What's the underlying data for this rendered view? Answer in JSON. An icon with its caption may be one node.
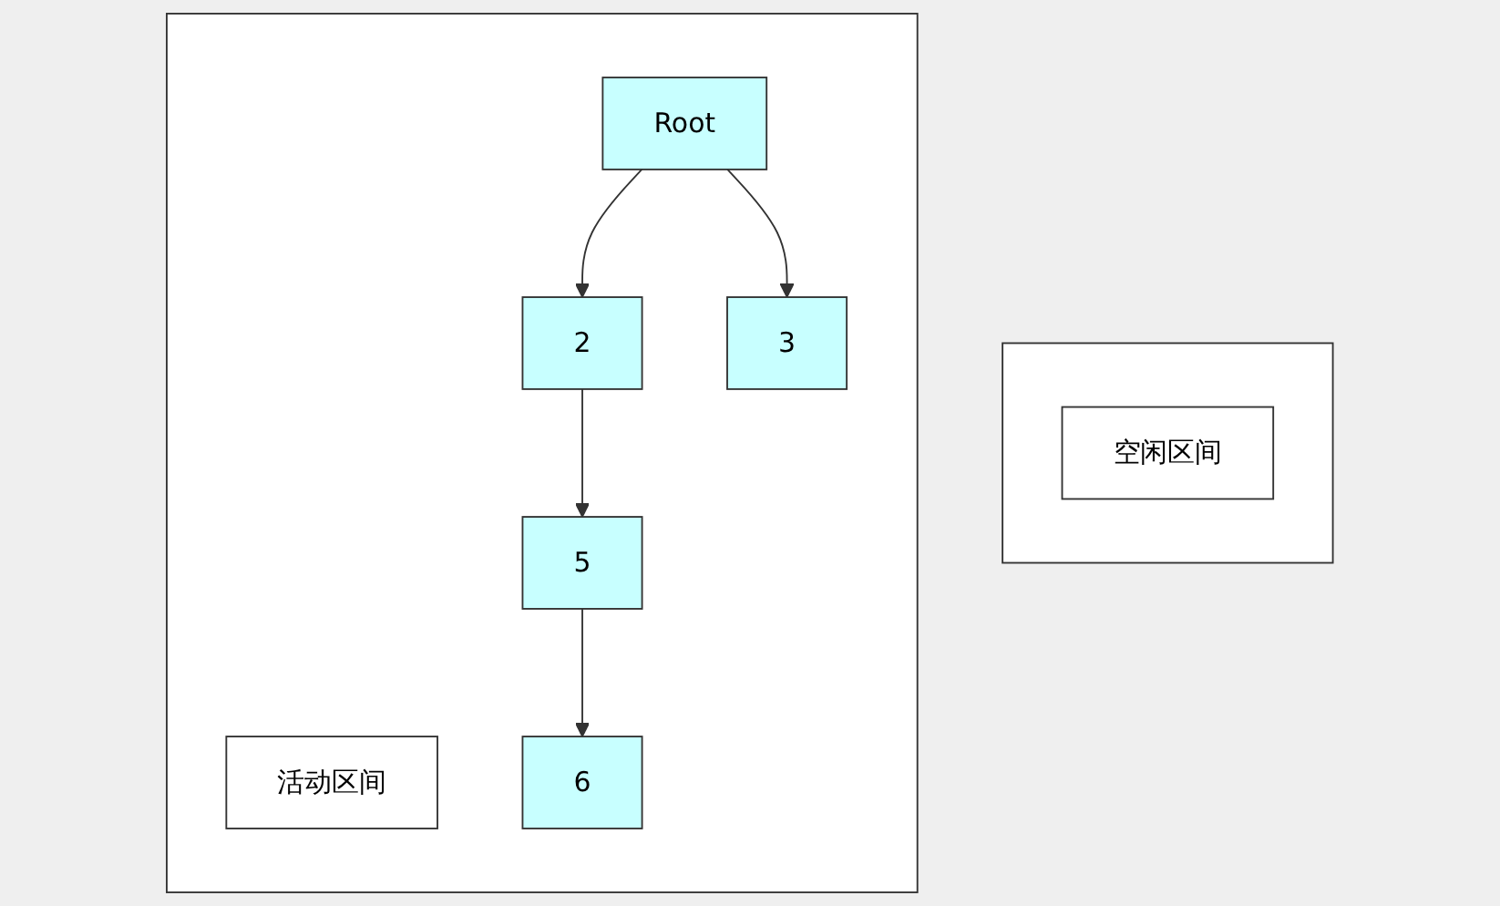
{
  "diagram": {
    "nodes": [
      {
        "text": [],
        "shape": "box"
      },
      {
        "text": [
          "空闲区间"
        ],
        "in": 0
      },
      {
        "text": [],
        "shape": "box"
      },
      {
        "text": [
          "活动区间"
        ],
        "in": 2
      },
      {
        "text": [
          "Root"
        ],
        "in": 2
      },
      {
        "text": [
          "2"
        ],
        "in": 2
      },
      {
        "text": [
          "5"
        ],
        "in": 2
      },
      {
        "text": [
          "6"
        ],
        "in": 2
      },
      {
        "text": [
          "3"
        ],
        "in": 2
      }
    ],
    "edges": [
      {
        "from": 4,
        "to": 5,
        "arrow": "to"
      },
      {
        "from": 5,
        "to": 6,
        "arrow": "to"
      },
      {
        "from": 6,
        "to": 7,
        "arrow": "to"
      },
      {
        "from": 4,
        "to": 8,
        "arrow": "to"
      }
    ]
  }
}
